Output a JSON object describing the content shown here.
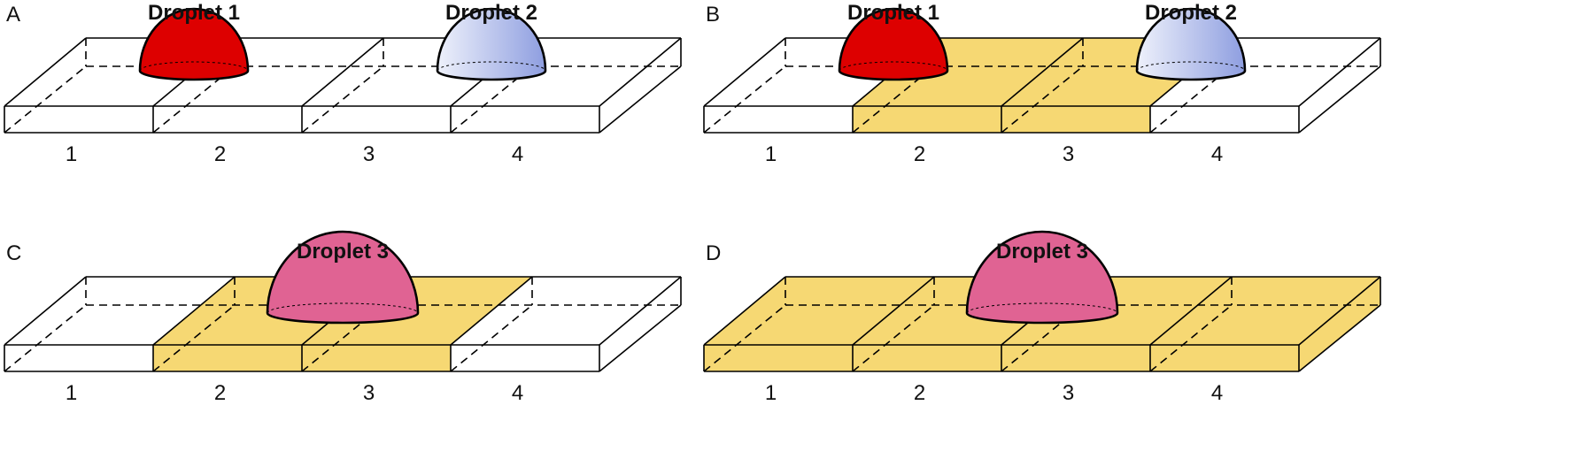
{
  "colors": {
    "wetted_fill": "#f6d873",
    "droplet_red": "#dd0000",
    "droplet_blue_light": "#eef1fb",
    "droplet_blue_dark": "#8e9ee0",
    "droplet_pink": "#e06393",
    "outline": "#000000"
  },
  "panels": [
    {
      "letter": "A",
      "cells": [
        "1",
        "2",
        "3",
        "4"
      ],
      "wetted": [
        false,
        false,
        false,
        false
      ],
      "droplets": [
        {
          "label": "Droplet 1",
          "color": "red",
          "boundary": 1
        },
        {
          "label": "Droplet 2",
          "color": "blue",
          "boundary": 3
        }
      ]
    },
    {
      "letter": "B",
      "cells": [
        "1",
        "2",
        "3",
        "4"
      ],
      "wetted": [
        false,
        true,
        true,
        false
      ],
      "droplets": [
        {
          "label": "Droplet 1",
          "color": "red",
          "boundary": 1
        },
        {
          "label": "Droplet 2",
          "color": "blue",
          "boundary": 3
        }
      ]
    },
    {
      "letter": "C",
      "cells": [
        "1",
        "2",
        "3",
        "4"
      ],
      "wetted": [
        false,
        true,
        true,
        false
      ],
      "droplets": [
        {
          "label": "Droplet 3",
          "color": "pink",
          "boundary": 2
        }
      ]
    },
    {
      "letter": "D",
      "cells": [
        "1",
        "2",
        "3",
        "4"
      ],
      "wetted": [
        true,
        true,
        true,
        true
      ],
      "droplets": [
        {
          "label": "Droplet 3",
          "color": "pink",
          "boundary": 2
        }
      ]
    }
  ]
}
